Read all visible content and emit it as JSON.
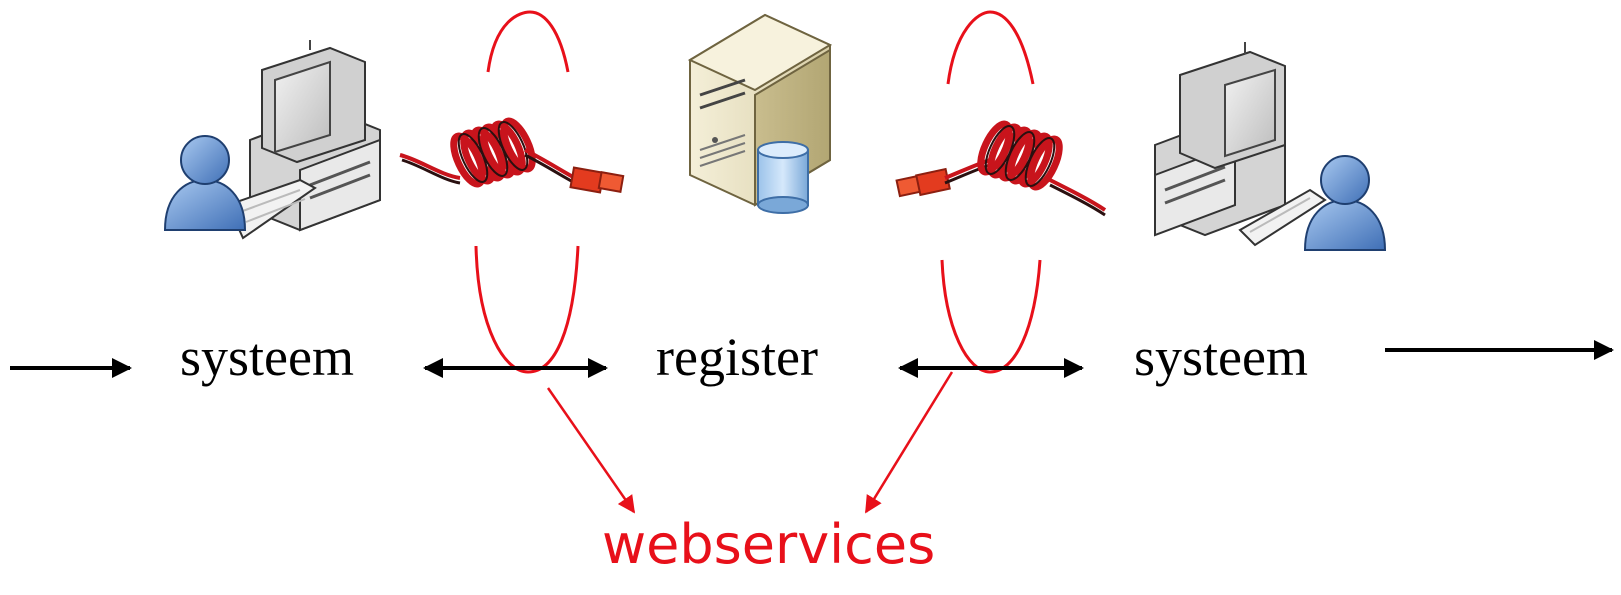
{
  "nodes": {
    "left_system": {
      "label": "systeem",
      "icon": "workstation-user-icon"
    },
    "register": {
      "label": "register",
      "icon": "server-database-icon"
    },
    "right_system": {
      "label": "systeem",
      "icon": "workstation-user-icon"
    }
  },
  "connectors": {
    "left": {
      "icon": "coiled-cable-icon"
    },
    "right": {
      "icon": "coiled-cable-icon"
    }
  },
  "callout": {
    "label": "webservices"
  },
  "colors": {
    "accent": "#e8101a",
    "arrow": "#000000",
    "cable_red": "#c8141c",
    "cable_dark": "#2a1010",
    "server_beige": "#e9e2c4",
    "person_blue": "#6a9bd8",
    "monitor_grey": "#d9d9d9"
  }
}
